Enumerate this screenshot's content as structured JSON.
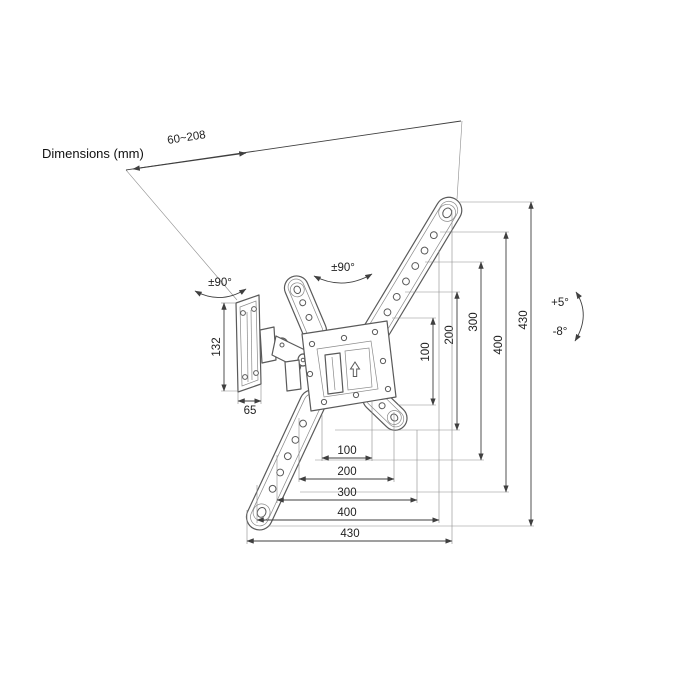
{
  "title": "Dimensions (mm)",
  "dimensions": {
    "extension_range": "60~208",
    "right_chain": [
      "100",
      "200",
      "300",
      "400",
      "430"
    ],
    "bottom_chain": [
      "100",
      "200",
      "300",
      "400",
      "430"
    ],
    "wall_plate_height": "132",
    "wall_plate_width": "65",
    "swivel_top": "±90°",
    "swivel_left": "±90°",
    "tilt_up": "+5°",
    "tilt_down": "-8°"
  },
  "colors": {
    "background": "#ffffff",
    "part_line": "#5a5a5a",
    "dimension_line": "#3f3f3f",
    "text": "#1f1f1f"
  }
}
